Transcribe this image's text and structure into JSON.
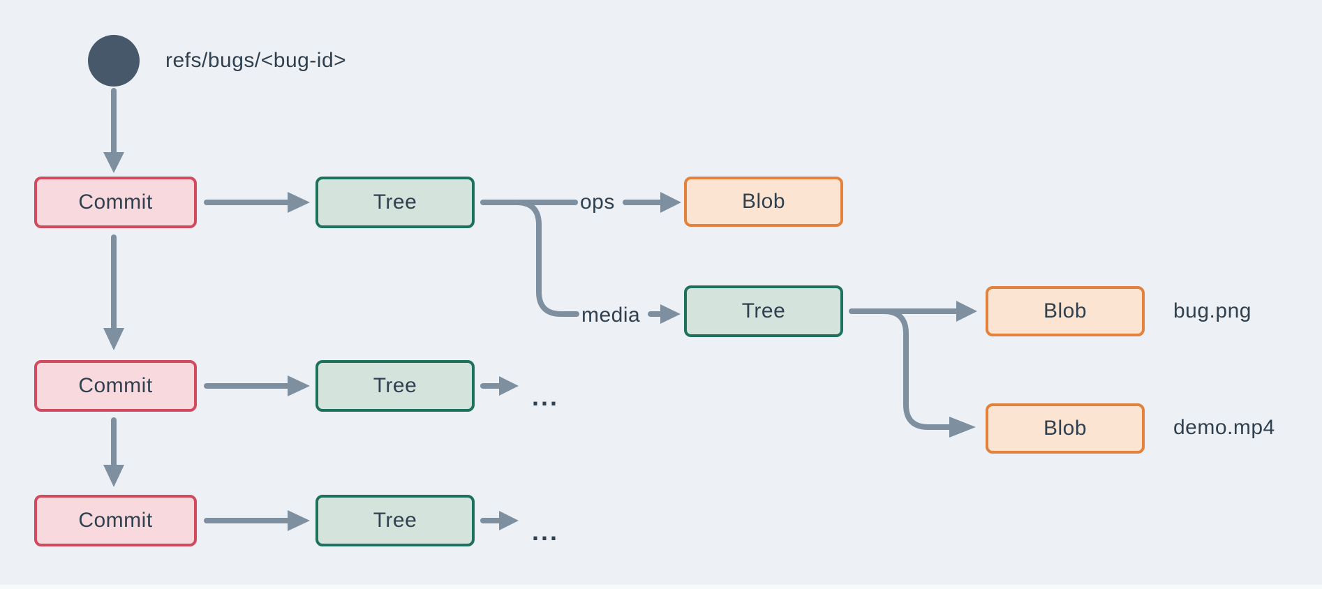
{
  "colors": {
    "background": "#edf1f5",
    "connector": "#7e8fa0",
    "ref_node": "#47586a",
    "text": "#30404f",
    "commit_fill": "#f8d9de",
    "commit_border": "#d24a5e",
    "tree_fill": "#d4e3dc",
    "tree_border": "#1e715c",
    "blob_fill": "#fbe4d2",
    "blob_border": "#e2823c"
  },
  "ref": {
    "label": "refs/bugs/<bug-id>"
  },
  "nodes": {
    "commit1": "Commit",
    "commit2": "Commit",
    "commit3": "Commit",
    "tree_root1": "Tree",
    "tree_root2": "Tree",
    "tree_root3": "Tree",
    "tree_media": "Tree",
    "blob_ops": "Blob",
    "blob_bug": "Blob",
    "blob_demo": "Blob"
  },
  "edge_labels": {
    "ops": "ops",
    "media": "media"
  },
  "file_labels": {
    "bug": "bug.png",
    "demo": "demo.mp4"
  },
  "ellipsis": {
    "row2": "...",
    "row3": "..."
  }
}
